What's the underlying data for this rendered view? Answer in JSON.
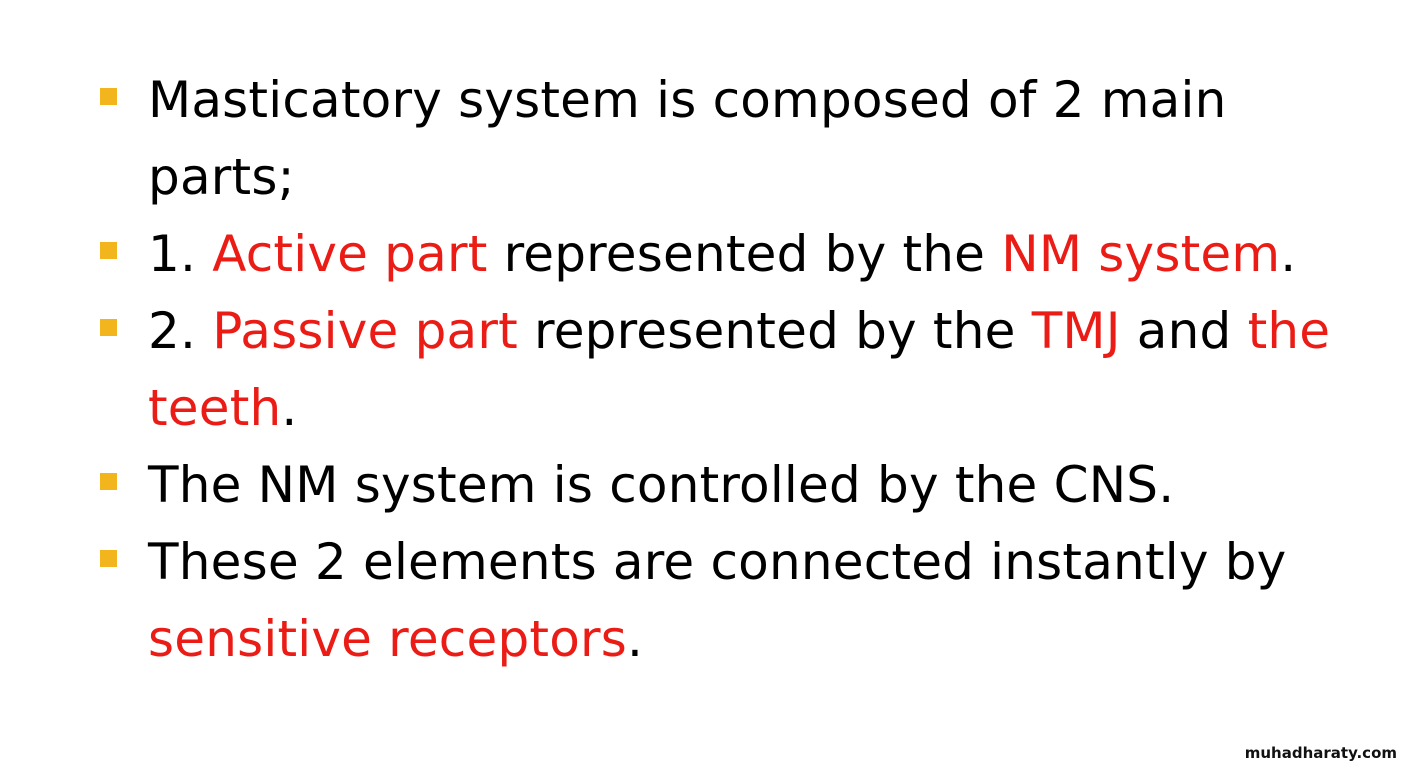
{
  "slide": {
    "bullets": [
      {
        "segments": [
          {
            "text": "Masticatory system is composed of 2 main parts;",
            "color": "black"
          }
        ]
      },
      {
        "segments": [
          {
            "text": "1. ",
            "color": "black"
          },
          {
            "text": "Active part",
            "color": "red"
          },
          {
            "text": " represented by the ",
            "color": "black"
          },
          {
            "text": "NM system",
            "color": "red"
          },
          {
            "text": ".",
            "color": "black"
          }
        ]
      },
      {
        "segments": [
          {
            "text": "2. ",
            "color": "black"
          },
          {
            "text": "Passive part",
            "color": "red"
          },
          {
            "text": " represented by the ",
            "color": "black"
          },
          {
            "text": "TMJ",
            "color": "red"
          },
          {
            "text": " and ",
            "color": "black"
          },
          {
            "text": "the teeth",
            "color": "red"
          },
          {
            "text": ".",
            "color": "black"
          }
        ]
      },
      {
        "segments": [
          {
            "text": "The NM system is controlled by the CNS.",
            "color": "black"
          }
        ]
      },
      {
        "segments": [
          {
            "text": "These 2 elements are connected instantly by ",
            "color": "black"
          },
          {
            "text": "sensitive receptors",
            "color": "red"
          },
          {
            "text": ".",
            "color": "black"
          }
        ]
      }
    ]
  },
  "watermark": {
    "text": "muhadharaty.com"
  },
  "colors": {
    "bullet_marker": "#f2b51d",
    "highlight_red": "#ea1c15",
    "body_text": "#000000",
    "background": "#ffffff"
  }
}
